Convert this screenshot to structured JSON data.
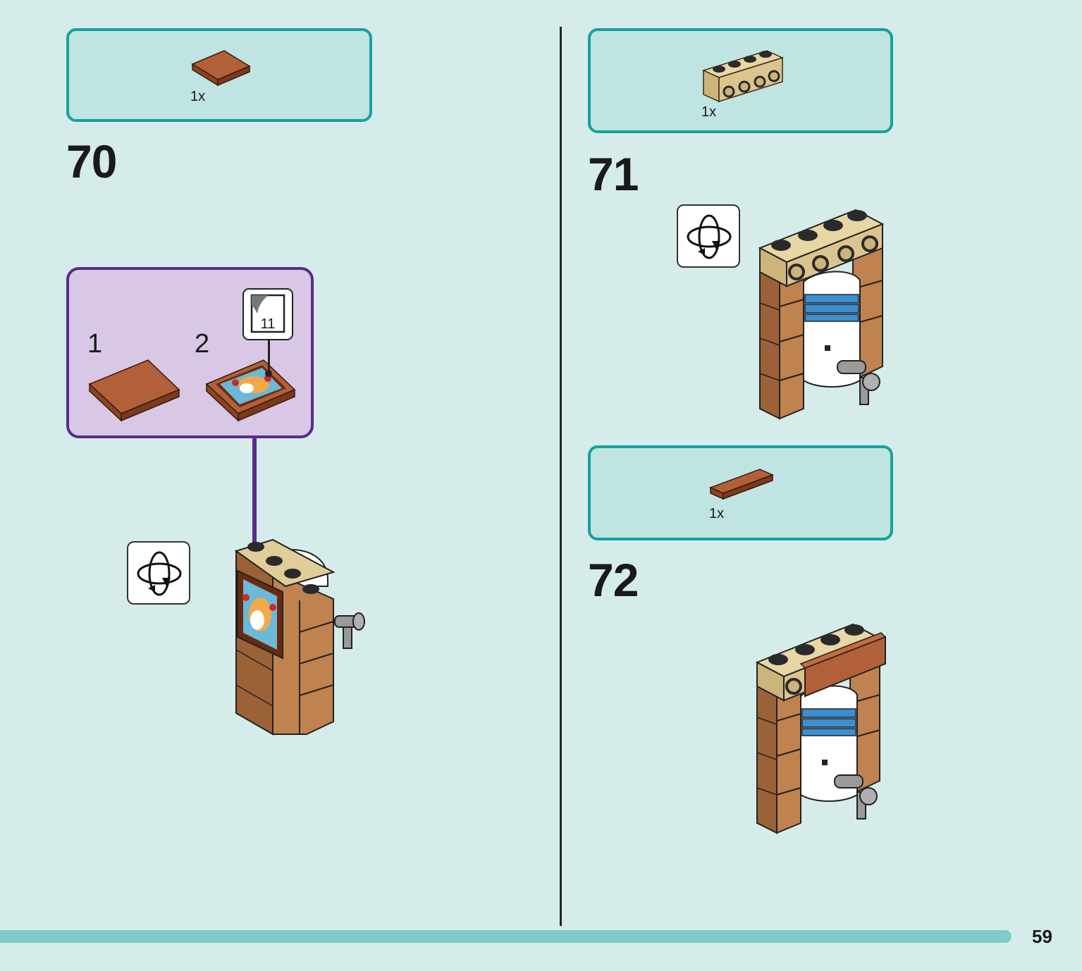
{
  "page_number": "59",
  "steps": [
    {
      "number": "70",
      "parts": [
        {
          "qty": "1x",
          "color": "#a65430",
          "icon": "brown-tile-2x2-icon"
        }
      ],
      "sub_assembly": {
        "labels": [
          "1",
          "2"
        ],
        "sticker_number": "11"
      },
      "rotate_icon": "rotate-model-icon"
    },
    {
      "number": "71",
      "parts": [
        {
          "qty": "1x",
          "color": "#e0cd98",
          "icon": "tan-brick-1x4-icon"
        }
      ],
      "rotate_icon": "rotate-model-icon"
    },
    {
      "number": "72",
      "parts": [
        {
          "qty": "1x",
          "color": "#a65430",
          "icon": "brown-tile-1x4-icon"
        }
      ]
    }
  ],
  "colors": {
    "background": "#d5ecea",
    "parts_box_fill": "#bfe4e1",
    "parts_box_border": "#15a29b",
    "sub_box_fill": "#d8c8e6",
    "sub_box_border": "#5b2a8b",
    "brick_brown": "#b87a4b",
    "tile_brown": "#a65430",
    "tan": "#e0cd98",
    "blue": "#3a8fd0"
  }
}
